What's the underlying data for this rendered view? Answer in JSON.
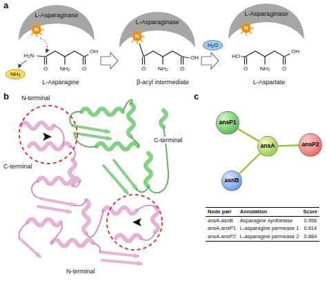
{
  "diagram": {
    "nodes": [
      {
        "text": [
          "L-Asparaginase"
        ]
      },
      {
        "text": [
          "N"
        ],
        "in": 0
      },
      {
        "text": [
          "NH₃"
        ]
      },
      {
        "text": [
          "L-Asparaginase"
        ]
      },
      {
        "text": [
          "N"
        ],
        "in": 3
      },
      {
        "text": [
          "H₂O"
        ]
      },
      {
        "text": [
          "L-Asparaginase"
        ]
      },
      {
        "text": [
          "N"
        ],
        "in": 6
      },
      {
        "text": [
          "ansP1"
        ]
      },
      {
        "text": [
          "ansA"
        ]
      },
      {
        "text": [
          "ansP2"
        ]
      },
      {
        "text": [
          "asnB"
        ]
      }
    ],
    "edges": [
      {
        "from": 9,
        "to": 8,
        "arrow": "none"
      },
      {
        "from": 9,
        "to": 10,
        "arrow": "none"
      },
      {
        "from": 9,
        "to": 11,
        "arrow": "none"
      }
    ],
    "labels": [
      "a",
      "H₂N",
      "O",
      "NH₂",
      "O",
      "OH",
      "L-Asparagine",
      "O",
      "NH₂",
      "O",
      "OH",
      "β-acyl intermediate",
      "HO",
      "O",
      "NH₂",
      "O",
      "OH",
      "L-Aspartate",
      "b",
      "N-terminal",
      "C-terminal",
      "C-terminal",
      "N-terminal",
      "c",
      "Node pair",
      "Annotation",
      "Score",
      "ansA-asnB",
      "Asparagine synthetase",
      "0.956",
      "ansA-ansP1",
      "L-asparagine permease 1",
      "0.814",
      "ansA-ansP2",
      "L-asparagine permease 2",
      "0.884"
    ]
  }
}
